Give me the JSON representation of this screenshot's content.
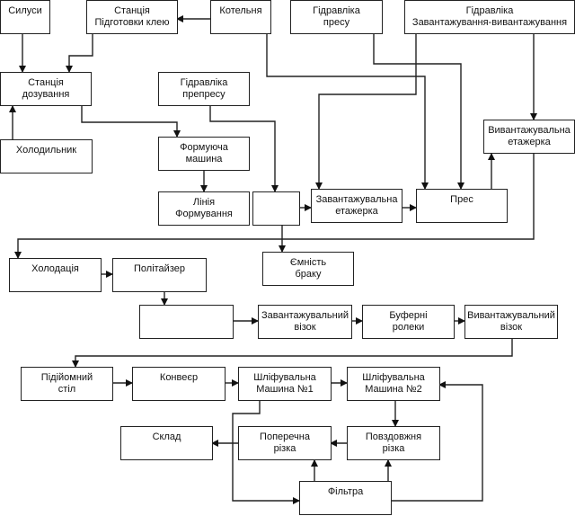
{
  "diagram": {
    "nodes": {
      "silosy": "Силуси",
      "glue_station": "Станція\nПідготовки клею",
      "boiler": "Котельня",
      "press_hydraulics": "Гідравліка\nпресу",
      "load_unload_hydraulics": "Гідравліка\nЗавантажування-вивантажування",
      "dosing_station": "Станція\nдозування",
      "prepress_hydraulics": "Гідравліка\nпрепресу",
      "refrigerator": "Холодильник",
      "forming_machine": "Формуюча\nмашина",
      "forming_line": "Лінія\nФормування",
      "blank_prepress": "",
      "loading_rack": "Завантажувальна\nетажерка",
      "press": "Прес",
      "unloading_rack": "Вивантажувальна\nетажерка",
      "reject_container": "Ємність\nбраку",
      "cooling": "Холодація",
      "politizer": "Політайзер",
      "blank_transfer": "",
      "loading_cart": "Завантажувальний\nвізок",
      "buffer_rollers": "Буферні\nролеки",
      "unloading_cart": "Вивантажувальний\nвізок",
      "lift_table": "Підійомний\nстіл",
      "conveyor": "Конвеєр",
      "sanding_1": "Шліфувальна\nМашина №1",
      "sanding_2": "Шліфувальна\nМашина №2",
      "warehouse": "Склад",
      "cross_cut": "Поперечна\nрізка",
      "rip_cut": "Повздовжня\nрізка",
      "filter": "Фільтра"
    }
  }
}
